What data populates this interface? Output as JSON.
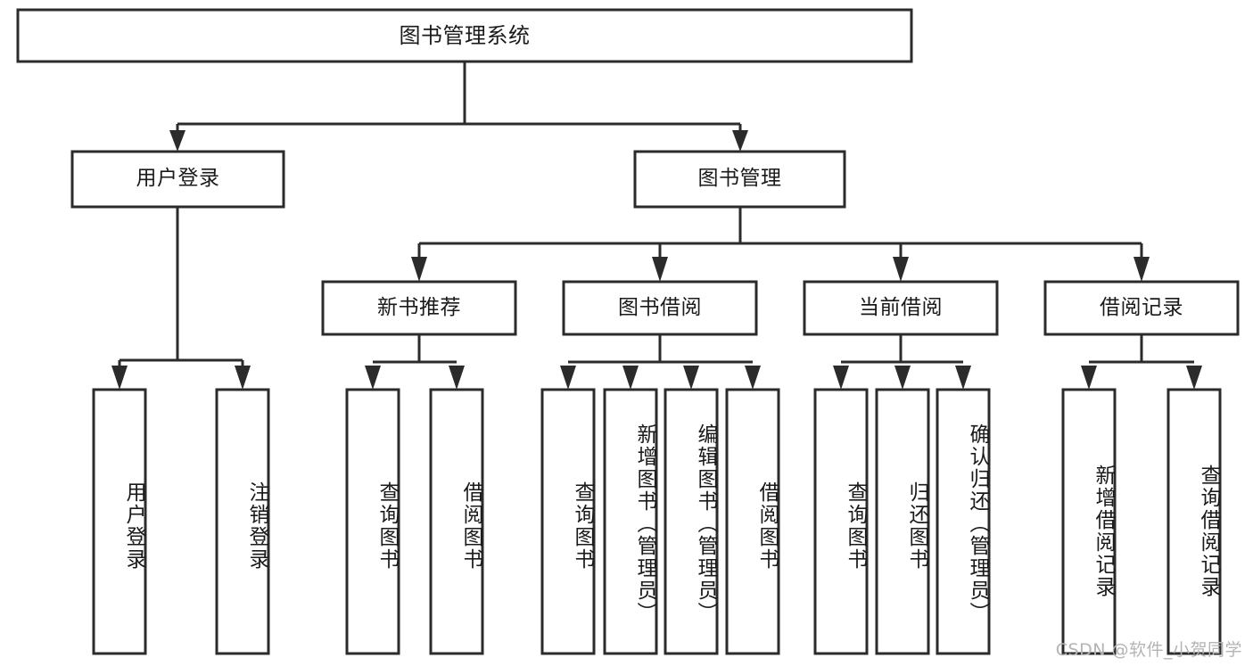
{
  "diagram": {
    "type": "tree",
    "title": "图书管理系统",
    "watermark": "CSDN @软件_小贺同学",
    "colors": {
      "box_stroke": "#2b2b2b",
      "box_fill": "#ffffff",
      "text": "#1a1a1a",
      "watermark": "#b4b4b4",
      "background": "#ffffff"
    },
    "nodes": {
      "root": {
        "label": "图书管理系统"
      },
      "level2": [
        {
          "label": "用户登录"
        },
        {
          "label": "图书管理"
        }
      ],
      "level3": [
        {
          "label": "新书推荐"
        },
        {
          "label": "图书借阅"
        },
        {
          "label": "当前借阅"
        },
        {
          "label": "借阅记录"
        }
      ],
      "leaves": {
        "user_login": [
          {
            "label": "用户登录"
          },
          {
            "label": "注销登录"
          }
        ],
        "new_book_recommend": [
          {
            "label": "查询图书"
          },
          {
            "label": "借阅图书"
          }
        ],
        "book_borrow": [
          {
            "label": "查询图书"
          },
          {
            "label": "新增图书（管理员）"
          },
          {
            "label": "编辑图书（管理员）"
          },
          {
            "label": "借阅图书"
          }
        ],
        "current_borrow": [
          {
            "label": "查询图书"
          },
          {
            "label": "归还图书"
          },
          {
            "label": "确认归还（管理员）"
          }
        ],
        "borrow_record": [
          {
            "label": "新增借阅记录"
          },
          {
            "label": "查询借阅记录"
          }
        ]
      }
    }
  }
}
